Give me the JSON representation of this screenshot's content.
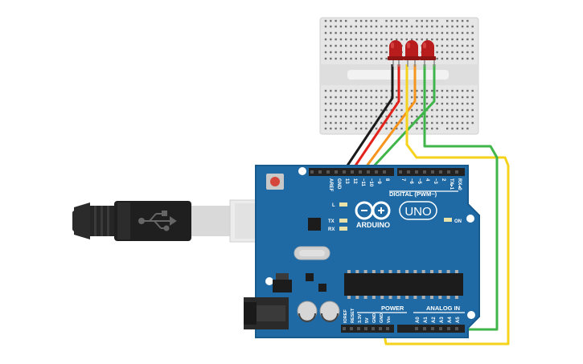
{
  "board": {
    "brand": "ARDUINO",
    "model": "UNO",
    "digital_label": "DIGITAL (PWM~)",
    "power_label": "POWER",
    "analog_label": "ANALOG IN",
    "on_label": "ON",
    "l_label": "L",
    "tx_label": "TX",
    "rx_label": "RX",
    "digital_pins": [
      "AREF",
      "GND",
      "13",
      "12",
      "~11",
      "~10",
      "~9",
      "8",
      "7",
      "~6",
      "~5",
      "4",
      "~3",
      "2",
      "TX▸1",
      "RX◂0"
    ],
    "power_pins": [
      "IOREF",
      "RESET",
      "3.3V",
      "5V",
      "GND",
      "GND",
      "Vin"
    ],
    "analog_pins": [
      "A0",
      "A1",
      "A2",
      "A3",
      "A4",
      "A5"
    ]
  },
  "leds": [
    {
      "color": "red"
    },
    {
      "color": "red"
    },
    {
      "color": "red"
    }
  ],
  "wires": [
    {
      "color": "#1a1a1a"
    },
    {
      "color": "#e3231b"
    },
    {
      "color": "#f7941d"
    },
    {
      "color": "#f5d21b"
    },
    {
      "color": "#3fb54a"
    }
  ]
}
